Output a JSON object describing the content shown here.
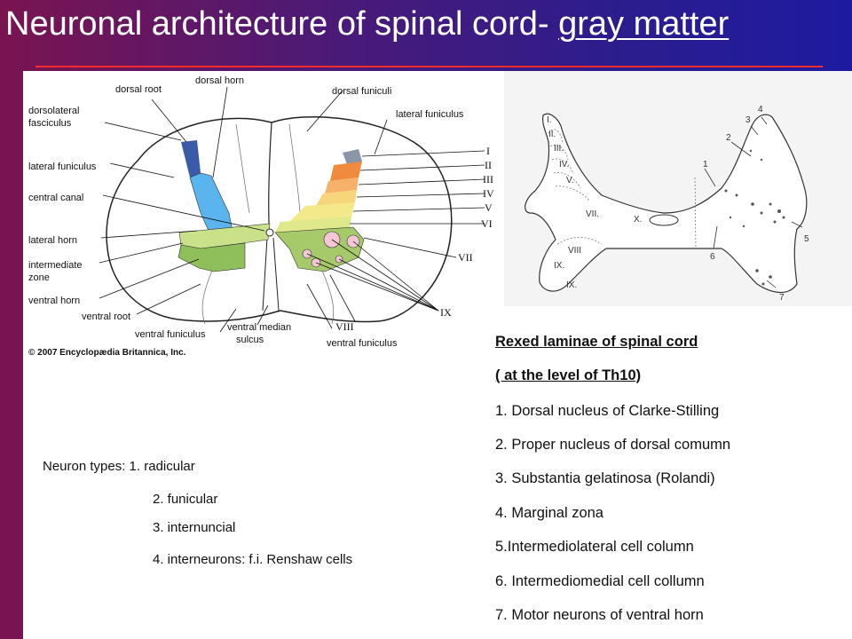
{
  "title": {
    "main": "Neuronal architecture of spinal cord- ",
    "underlined": "gray matter"
  },
  "left_figure": {
    "labels": {
      "dorsal_root": "dorsal root",
      "dorsal_horn": "dorsal horn",
      "dorsal_funiculi": "dorsal funiculi",
      "lateral_funiculus_top": "lateral funiculus",
      "dorsolateral_1": "dorsolateral",
      "dorsolateral_2": "fasciculus",
      "lateral_funiculus_left": "lateral funiculus",
      "central_canal": "central canal",
      "lateral_horn": "lateral horn",
      "intermediate_1": "intermediate",
      "intermediate_2": "zone",
      "ventral_horn": "ventral horn",
      "ventral_root": "ventral root",
      "ventral_funiculus_left": "ventral funiculus",
      "ventral_median_1": "ventral median",
      "ventral_median_2": "sulcus",
      "ventral_funiculus_right": "ventral funiculus",
      "copyright": "© 2007 Encyclopædia Britannica, Inc."
    },
    "laminae": [
      "I",
      "II",
      "III",
      "IV",
      "V",
      "VI",
      "VII",
      "VIII",
      "IX"
    ]
  },
  "right_figure": {
    "left_laminae": [
      "I.",
      "II.",
      "III.",
      "IV.",
      "V.",
      "VII.",
      "X.",
      "VIII",
      "IX.",
      "IX."
    ],
    "numbers": [
      "1",
      "2",
      "3",
      "4",
      "5",
      "6",
      "7"
    ]
  },
  "neuron_types": {
    "heading": "Neuron types: 1. radicular",
    "items": [
      "2. funicular",
      "3. internuncial",
      "4. interneurons: f.i. Renshaw cells"
    ]
  },
  "rexed": {
    "heading1": "Rexed laminae of spinal cord",
    "heading2": "( at the level of Th10)",
    "items": [
      "1. Dorsal nucleus of Clarke-Stilling",
      "2. Proper nucleus of dorsal comumn",
      "3. Substantia gelatinosa (Rolandi)",
      "4. Marginal zona",
      "5.Intermediolateral cell column",
      "6. Intermediomedial cell collumn",
      "7. Motor neurons of ventral horn"
    ]
  },
  "colors": {
    "bg_left": "#7a1450",
    "bg_right": "#1e1aa0",
    "rule": "#ff2a2a",
    "lamina_I": "#8a96a8",
    "lamina_II": "#f08a3c",
    "lamina_III": "#f6b26b",
    "lamina_IV": "#f7d57a",
    "lamina_V": "#f3e98a",
    "lamina_VI": "#dfe88a",
    "lamina_VII": "#a6c96a",
    "lamina_IX": "#f6c6d6",
    "dorsal_horn_blue": "#5ab4ee"
  }
}
